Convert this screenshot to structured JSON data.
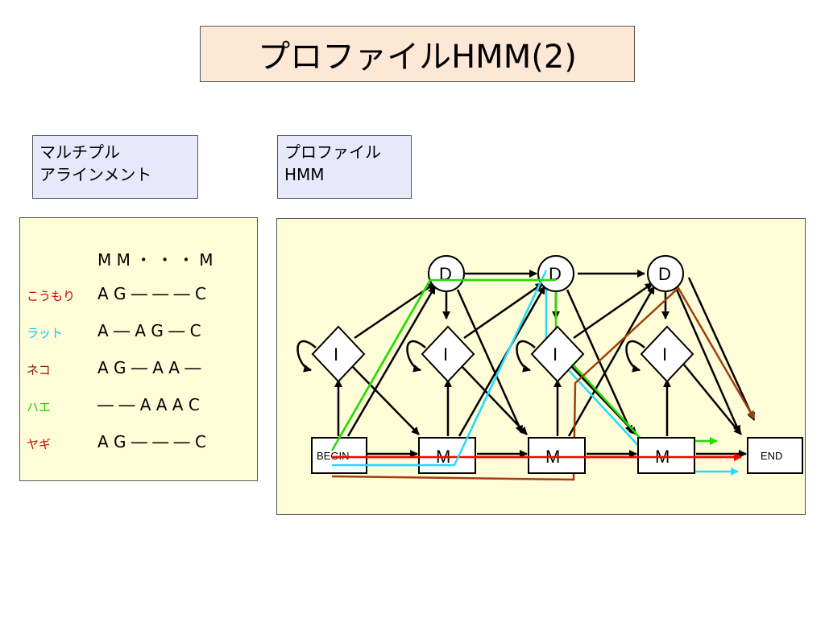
{
  "title": "プロファイルHMM(2)",
  "label_msa": {
    "line1": "マルチプル",
    "line2": "アラインメント"
  },
  "label_hmm": {
    "line1": "プロファイル",
    "line2": "HMM"
  },
  "alignment": {
    "header": "M M ・ ・ ・ M",
    "rows": [
      {
        "name": "こうもり",
        "seq": "A G ― ― ― C",
        "color": "#d40000"
      },
      {
        "name": "ラット",
        "seq": "A ― A G ― C",
        "color": "#00c8ff"
      },
      {
        "name": "ネコ",
        "seq": "A G ― A A ―",
        "color": "#8b1a00"
      },
      {
        "name": "ハエ",
        "seq": "― ― A A A C",
        "color": "#22cc00"
      },
      {
        "name": "ヤギ",
        "seq": "A G ― ― ― C",
        "color": "#d40000"
      }
    ]
  },
  "hmm": {
    "begin": "BEGIN",
    "end": "END",
    "match": "M",
    "insert": "I",
    "delete": "D",
    "colors": {
      "red": "#ff0000",
      "green": "#22dd00",
      "cyan": "#22ddff",
      "brown": "#a0400c"
    }
  }
}
